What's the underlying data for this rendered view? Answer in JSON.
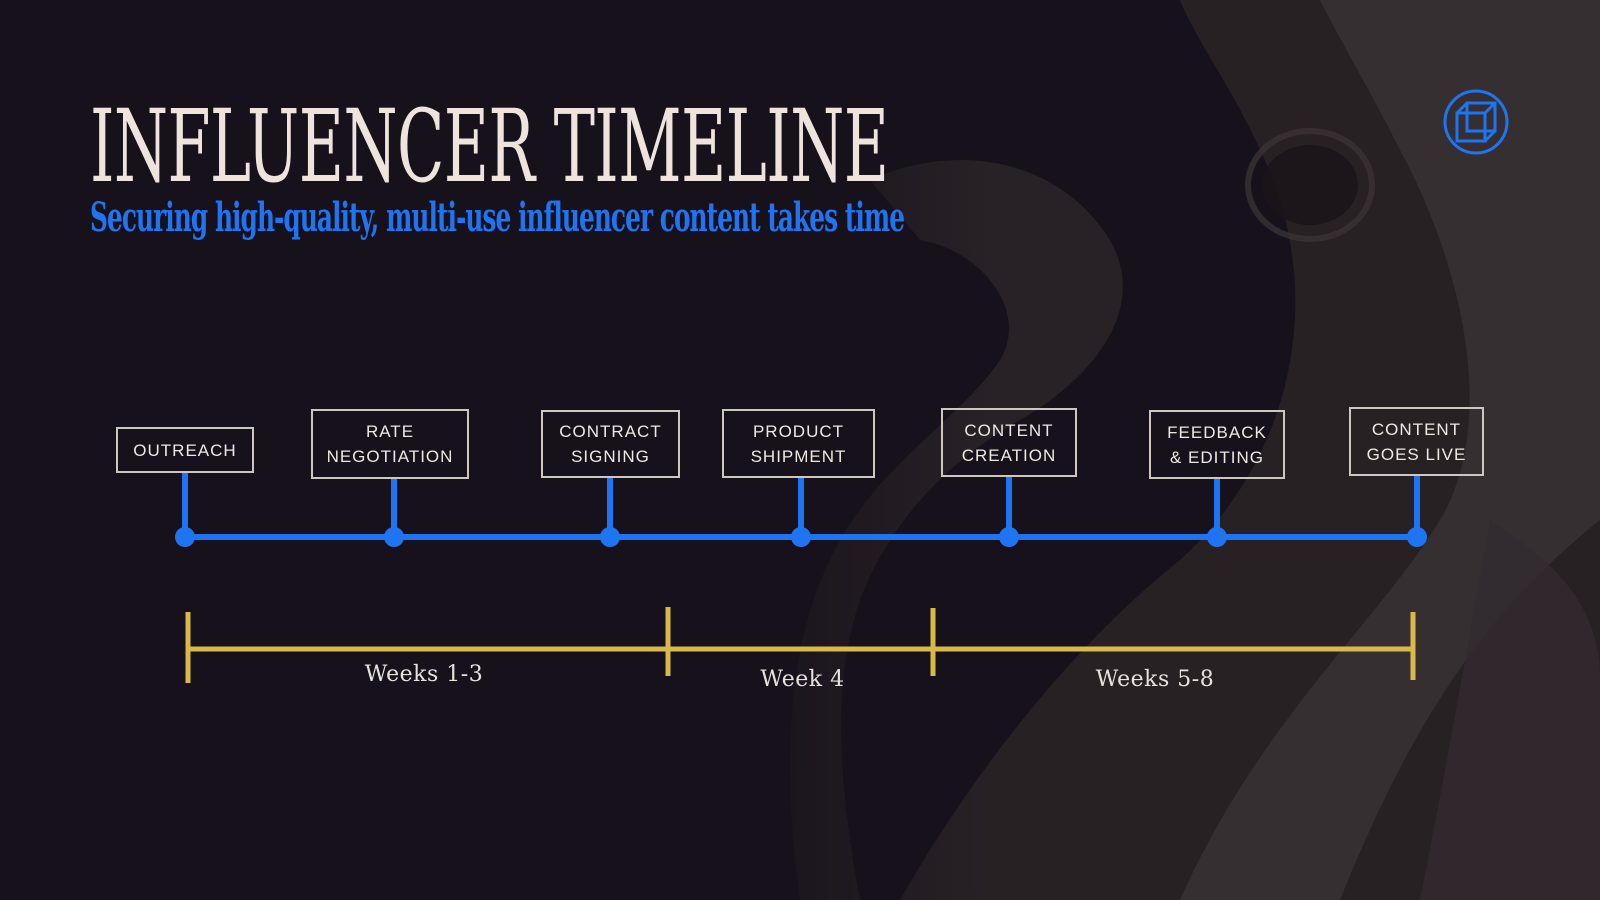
{
  "title": "INFLUENCER TIMELINE",
  "subtitle": "Securing high-quality, multi-use influencer content takes time",
  "colors": {
    "background": "#17111b",
    "timeline": "#1f74f2",
    "periods": "#d8b94a",
    "title": "#efe4dc",
    "subtitle": "#1f74f2"
  },
  "logo": {
    "icon": "cube-in-circle-icon"
  },
  "steps": [
    {
      "label": "OUTREACH"
    },
    {
      "label": "RATE\nNEGOTIATION"
    },
    {
      "label": "CONTRACT\nSIGNING"
    },
    {
      "label": "PRODUCT\nSHIPMENT"
    },
    {
      "label": "CONTENT\nCREATION"
    },
    {
      "label": "FEEDBACK\n& EDITING"
    },
    {
      "label": "CONTENT\nGOES LIVE"
    }
  ],
  "periods": [
    {
      "label": "Weeks 1-3"
    },
    {
      "label": "Week 4"
    },
    {
      "label": "Weeks 5-8"
    }
  ]
}
